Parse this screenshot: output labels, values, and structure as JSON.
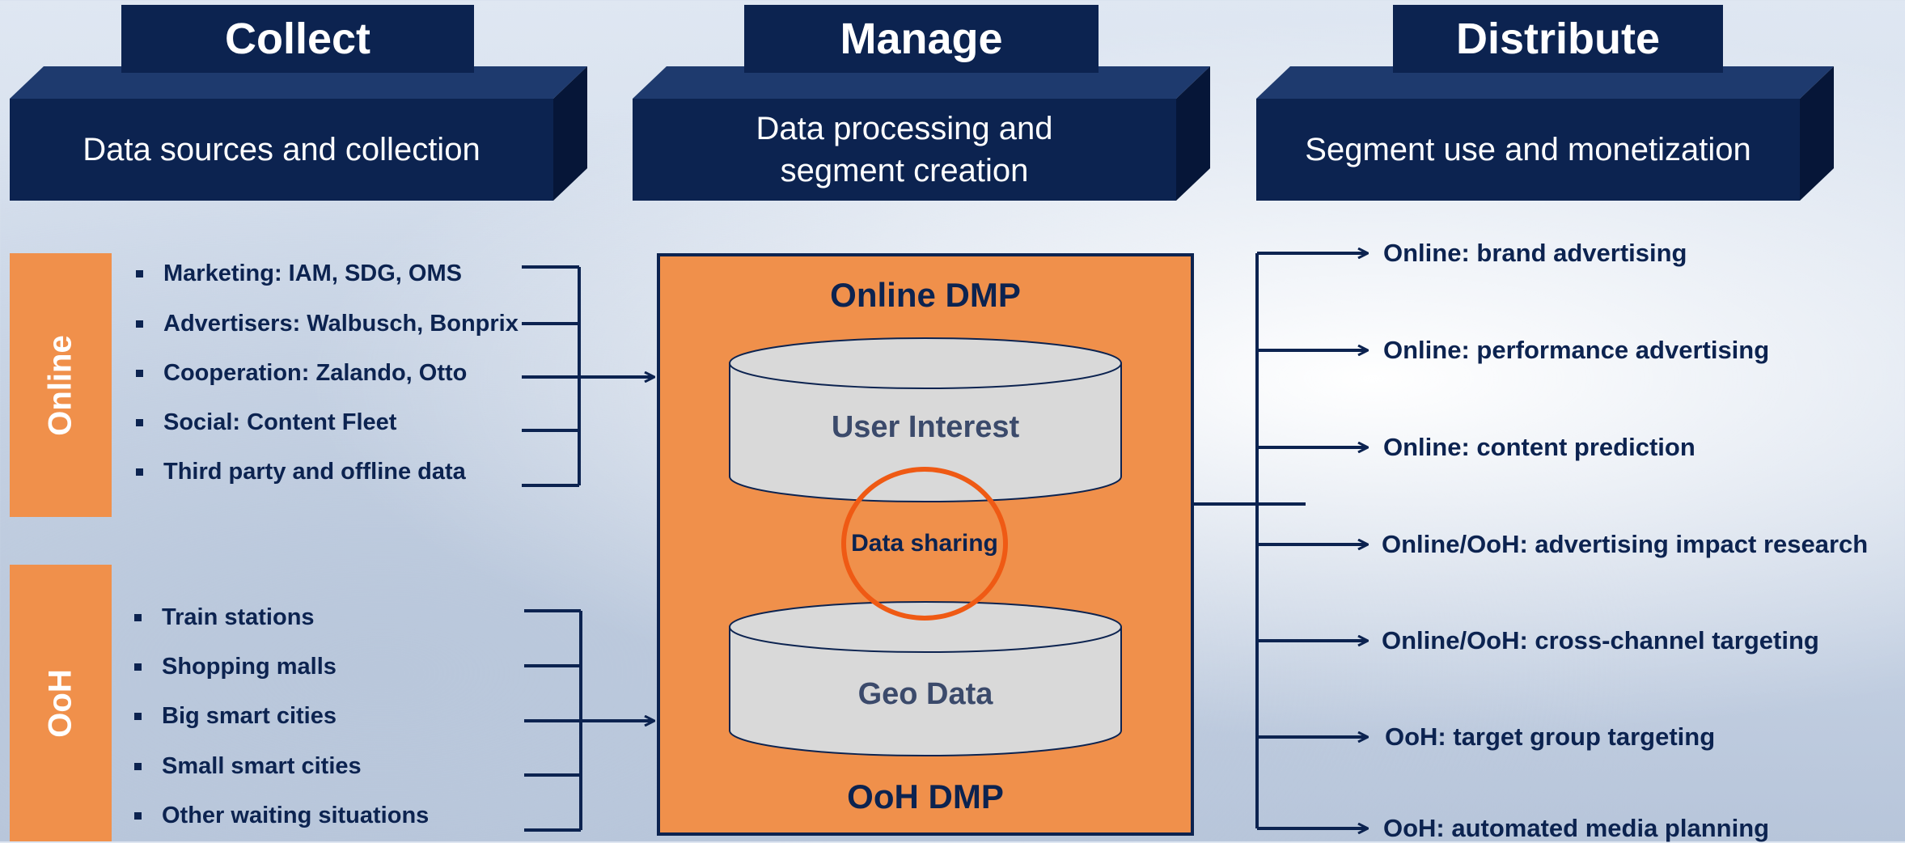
{
  "columns": {
    "collect": {
      "title": "Collect",
      "subtitle": "Data sources and collection"
    },
    "manage": {
      "title": "Manage",
      "subtitle_line1": "Data processing and",
      "subtitle_line2": "segment creation"
    },
    "distribute": {
      "title": "Distribute",
      "subtitle": "Segment use and monetization"
    }
  },
  "online": {
    "label": "Online",
    "sources": [
      "Marketing: IAM, SDG, OMS",
      "Advertisers: Walbusch, Bonprix",
      "Cooperation: Zalando, Otto",
      "Social: Content Fleet",
      "Third party and offline data"
    ]
  },
  "ooh": {
    "label": "OoH",
    "sources": [
      "Train stations",
      "Shopping malls",
      "Big smart cities",
      "Small smart cities",
      "Other waiting situations"
    ]
  },
  "dmp": {
    "online_title": "Online DMP",
    "ooh_title": "OoH DMP",
    "user_interest": "User Interest",
    "geo_data": "Geo Data",
    "data_sharing": "Data sharing"
  },
  "outputs": [
    "Online: brand advertising",
    "Online: performance advertising",
    "Online: content prediction",
    "Online/OoH: advertising impact research",
    "Online/OoH: cross-channel targeting",
    "OoH: target group targeting",
    "OoH: automated media planning"
  ],
  "colors": {
    "navy": "#0c2350",
    "orange": "#f0904b",
    "circle": "#ef5a14",
    "cylinder": "#d9d9d9"
  }
}
